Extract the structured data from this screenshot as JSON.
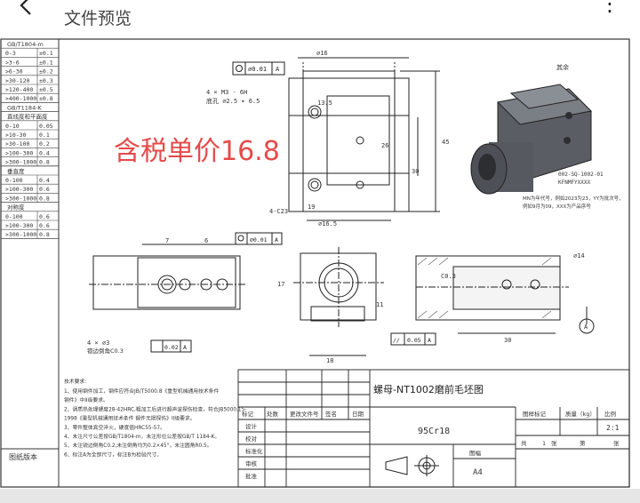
{
  "header": {
    "title": "文件预览",
    "back_icon": "chevron-left-icon",
    "more_icon": "more-icon"
  },
  "tolerance_table": {
    "sections": [
      {
        "title": "GB/T1804-m",
        "rows": [
          [
            "0-3",
            "±0.1"
          ],
          [
            ">3-6",
            "±0.1"
          ],
          [
            ">6-30",
            "±0.2"
          ],
          [
            ">30-120",
            "±0.3"
          ],
          [
            ">120-400",
            "±0.5"
          ],
          [
            ">400-1000",
            "±0.8"
          ]
        ]
      },
      {
        "title": "GB/T1184-K",
        "rows": []
      },
      {
        "title": "直线度和平面度",
        "rows": [
          [
            "0-10",
            "0.05"
          ],
          [
            ">10-30",
            "0.1"
          ],
          [
            ">30-100",
            "0.2"
          ],
          [
            ">100-300",
            "0.4"
          ],
          [
            ">300-1000",
            "0.8"
          ]
        ]
      },
      {
        "title": "垂直度",
        "rows": [
          [
            "0-100",
            "0.4"
          ],
          [
            ">100-300",
            "0.6"
          ],
          [
            ">300-1000",
            "0.8"
          ]
        ]
      },
      {
        "title": "对称度",
        "rows": [
          [
            "0-100",
            "0.6"
          ],
          [
            ">100-300",
            "0.6"
          ],
          [
            ">300-1000",
            "0.8"
          ]
        ]
      }
    ]
  },
  "left_label": "图纸版本",
  "watermark": "含税单价16.8",
  "dims": {
    "d16": "16",
    "d135": "13.5",
    "d19": "19",
    "d45": "45",
    "d30": "30",
    "d26": "26",
    "d16_5": "16.5",
    "d7": "7",
    "d6": "6",
    "d11": "11",
    "d17": "17",
    "d30b": "30",
    "d18": "18",
    "d14": "14",
    "flat": "0.01",
    "flat2": "0.01",
    "c03": "C0.3",
    "c23": "4-C23",
    "thread": "4 × M3 - 6H",
    "thread2": "底孔 ⌀2.5 ▾ 6.5",
    "hole": "4 × ⌀3",
    "hole2": "锪边倒角C0.3",
    "pos": "0.02",
    "sym": "0.05",
    "balance": "其余"
  },
  "iso_note": {
    "code": "002-SQ-1002-01",
    "code2": "KFNMFYXXXX",
    "line1": "MN为年代号，例如2023为23，YY为批次号，",
    "line2": "例如9月为09，XXX为产品序号"
  },
  "tech": {
    "title": "技术要求:",
    "lines": [
      "1、使用钢件加工，钢件应符合JB/T5000.8《重型机械通用技术条件",
      "钢件》中II级要求。",
      "2、调质热处理硬度28-42HRC,粗加工后进行超声波探伤检查，符合JB5000.15-",
      "1998《重型机械通用技术条件 锻件无损探伤》II级要求。",
      "3、零件整体真空淬火，硬度值HRC55-57。",
      "4、未注尺寸公差按GB/T1804-m，未注形位公差按GB/T 1184-K。",
      "5、未注锐边倒角C0.2,未注倒角均为0.2×45°，未注圆角R0.5。",
      "6、标注A为全部尺寸，标注B为检验尺寸。"
    ]
  },
  "title_block": {
    "part_name": "螺母-NT1002磨前毛坯图",
    "material": "95Cr18",
    "rev_headers": [
      "标记",
      "处数",
      "更改文件号",
      "签名",
      "日期"
    ],
    "roles": [
      "设计",
      "校对",
      "标准化",
      "审核",
      "批准"
    ],
    "stage": "图样标记",
    "mass": "质量（kg）",
    "scale": "比例",
    "scale_val": "2:1",
    "sheet_of": [
      "共",
      "1",
      "张",
      "第",
      "张"
    ],
    "format_label": "图幅",
    "format": "A4"
  }
}
